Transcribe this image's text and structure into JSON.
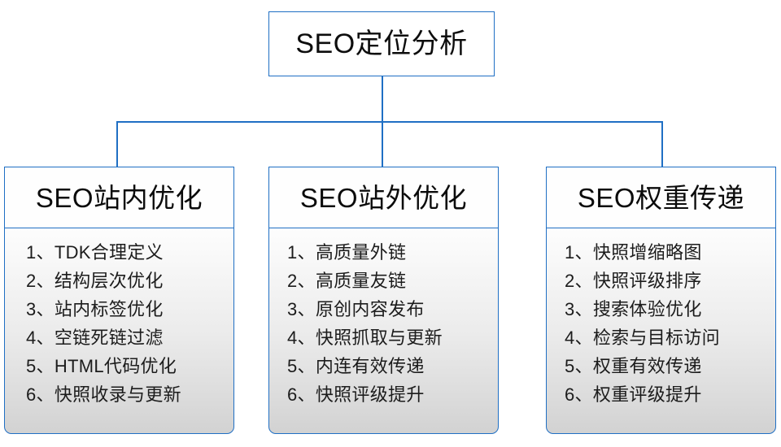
{
  "diagram": {
    "type": "org-tree",
    "accent_color": "#1f6fc4",
    "text_color": "#0d0d0d",
    "body_fill_top": "#fdfdfd",
    "body_fill_bottom": "#d2d2d2",
    "root": {
      "label": "SEO定位分析"
    },
    "branches": [
      {
        "id": "branch-1",
        "header": "SEO站内优化",
        "items": [
          "1、TDK合理定义",
          "2、结构层次优化",
          "3、站内标签优化",
          "4、空链死链过滤",
          "5、HTML代码优化",
          "6、快照收录与更新"
        ]
      },
      {
        "id": "branch-2",
        "header": "SEO站外优化",
        "items": [
          "1、高质量外链",
          "2、高质量友链",
          "3、原创内容发布",
          "4、快照抓取与更新",
          "5、内连有效传递",
          "6、快照评级提升"
        ]
      },
      {
        "id": "branch-3",
        "header": "SEO权重传递",
        "items": [
          "1、快照增缩略图",
          "2、快照评级排序",
          "3、搜索体验优化",
          "4、检索与目标访问",
          "5、权重有效传递",
          "6、权重评级提升"
        ]
      }
    ]
  }
}
